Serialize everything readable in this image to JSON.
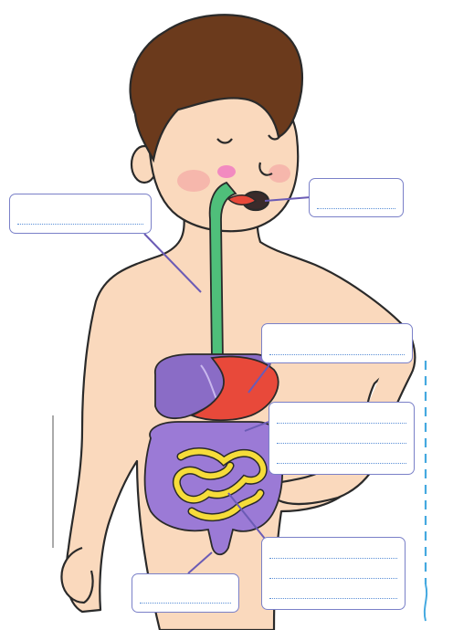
{
  "diagram": {
    "kind": "digestive-system-worksheet",
    "labels": [
      {
        "id": "label-esophagus",
        "lines": 1,
        "answer": ""
      },
      {
        "id": "label-mouth",
        "lines": 1,
        "answer": ""
      },
      {
        "id": "label-stomach",
        "lines": 1,
        "answer": ""
      },
      {
        "id": "label-liver",
        "lines": 3,
        "answer": ""
      },
      {
        "id": "label-large-intestine",
        "lines": 1,
        "answer": ""
      },
      {
        "id": "label-small-intestine",
        "lines": 3,
        "answer": ""
      }
    ],
    "colors": {
      "skin": "#fad9bd",
      "outline": "#2a2a2a",
      "hair": "#6b3a1c",
      "esophagus": "#4fbf7a",
      "liver": "#8a6cc6",
      "stomach": "#e8493a",
      "large_intestine": "#9b7ad6",
      "small_intestine": "#f6dc3a",
      "leader_line": "#6b5bb5",
      "box_border": "#7a80c8",
      "dotted_line": "#5b8fd6",
      "cut_line": "#45a9e0"
    }
  }
}
